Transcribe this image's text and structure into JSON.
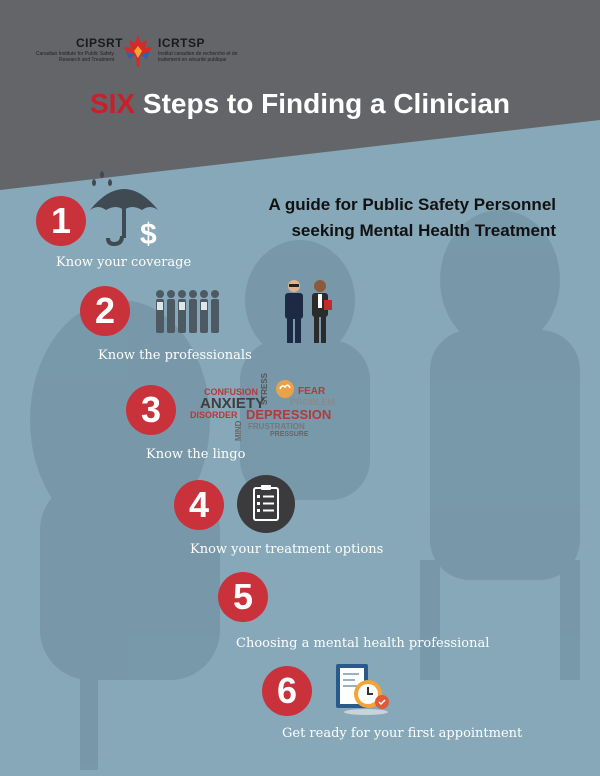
{
  "header": {
    "org_en_abbr": "CIPSRT",
    "org_en_name": "Canadian Institute for Public Safety Research and Treatment",
    "org_fr_abbr": "ICRTSP",
    "org_fr_name": "Institut canadien de recherche et de traitement en sécurité publique",
    "title_accent": "SIX",
    "title_rest": " Steps to Finding a Clinician"
  },
  "subtitle": {
    "line1": "A guide for Public Safety Personnel",
    "line2": "seeking Mental Health Treatment"
  },
  "steps": [
    {
      "number": "1",
      "label": "Know your coverage",
      "icon": "umbrella-dollar-icon"
    },
    {
      "number": "2",
      "label": "Know the professionals",
      "icon": "professionals-icon"
    },
    {
      "number": "3",
      "label": "Know the lingo",
      "icon": "word-cloud"
    },
    {
      "number": "4",
      "label": "Know your treatment options",
      "icon": "clipboard-checklist-icon"
    },
    {
      "number": "5",
      "label": "Choosing a mental health professional",
      "icon": ""
    },
    {
      "number": "6",
      "label": "Get ready for your first appointment",
      "icon": "appointment-clock-icon"
    }
  ],
  "word_cloud": {
    "confusion": "CONFUSION",
    "anxiety": "ANXIETY",
    "fear": "FEAR",
    "stress": "STRESS",
    "problem": "PROBLEM",
    "disorder": "DISORDER",
    "depression": "DEPRESSION",
    "mind": "MIND",
    "frustration": "FRUSTRATION",
    "pressure": "PRESSURE"
  },
  "colors": {
    "accent_red": "#c9323a",
    "title_red": "#c8202a",
    "header_gray": "#636569",
    "background_blue": "#86a8b8"
  }
}
